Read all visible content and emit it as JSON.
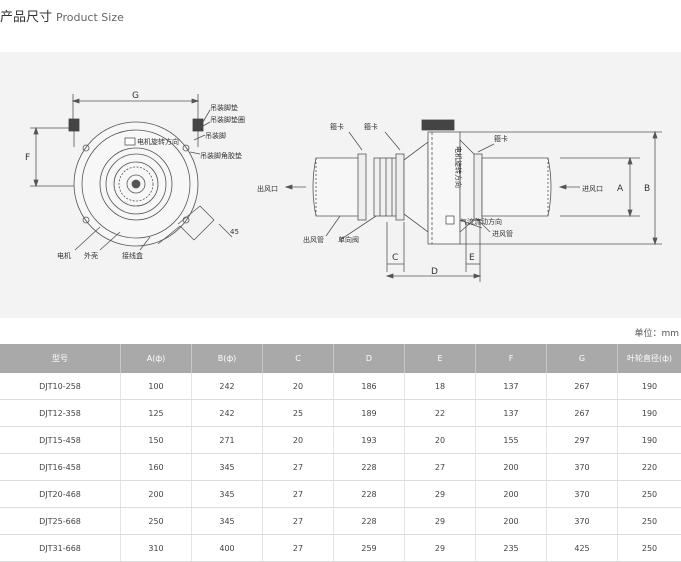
{
  "header": {
    "title_cn": "产品尺寸",
    "title_en": "Product Size"
  },
  "drawing": {
    "front_view": {
      "dim_g": "G",
      "dim_f": "F",
      "dim_45": "45",
      "labels": {
        "hanger_pad": "吊装脚垫",
        "hanger_pad_washer": "吊装脚垫圈",
        "hanger_foot": "吊装脚",
        "hanger_rubber": "吊装脚角胶垫",
        "motor_rotation": "电机旋转方向",
        "motor": "电机",
        "housing": "外壳",
        "cable_box": "接线盒"
      }
    },
    "side_view": {
      "dim_a": "A",
      "dim_b": "B",
      "dim_c": "C",
      "dim_d": "D",
      "dim_e": "E",
      "labels": {
        "clamp_1": "箍卡",
        "clamp_2": "箍卡",
        "clamp_3": "箍卡",
        "outlet": "出风口",
        "inlet": "进风口",
        "outlet_pipe": "出风管",
        "check_valve": "单向阀",
        "inlet_pipe": "进风管",
        "motor_rotation": "电机旋转方向",
        "airflow_direction": "气流流动方向"
      }
    }
  },
  "unit": "单位：mm",
  "table": {
    "headers": [
      "型号",
      "A(ф)",
      "B(ф)",
      "C",
      "D",
      "E",
      "F",
      "G",
      "叶轮直径(ф)"
    ],
    "rows": [
      [
        "DJT10-258",
        "100",
        "242",
        "20",
        "186",
        "18",
        "137",
        "267",
        "190"
      ],
      [
        "DJT12-358",
        "125",
        "242",
        "25",
        "189",
        "22",
        "137",
        "267",
        "190"
      ],
      [
        "DJT15-458",
        "150",
        "271",
        "20",
        "193",
        "20",
        "155",
        "297",
        "190"
      ],
      [
        "DJT16-458",
        "160",
        "345",
        "27",
        "228",
        "27",
        "200",
        "370",
        "220"
      ],
      [
        "DJT20-468",
        "200",
        "345",
        "27",
        "228",
        "29",
        "200",
        "370",
        "250"
      ],
      [
        "DJT25-668",
        "250",
        "345",
        "27",
        "228",
        "29",
        "200",
        "370",
        "250"
      ],
      [
        "DJT31-668",
        "310",
        "400",
        "27",
        "259",
        "29",
        "235",
        "425",
        "250"
      ]
    ]
  }
}
